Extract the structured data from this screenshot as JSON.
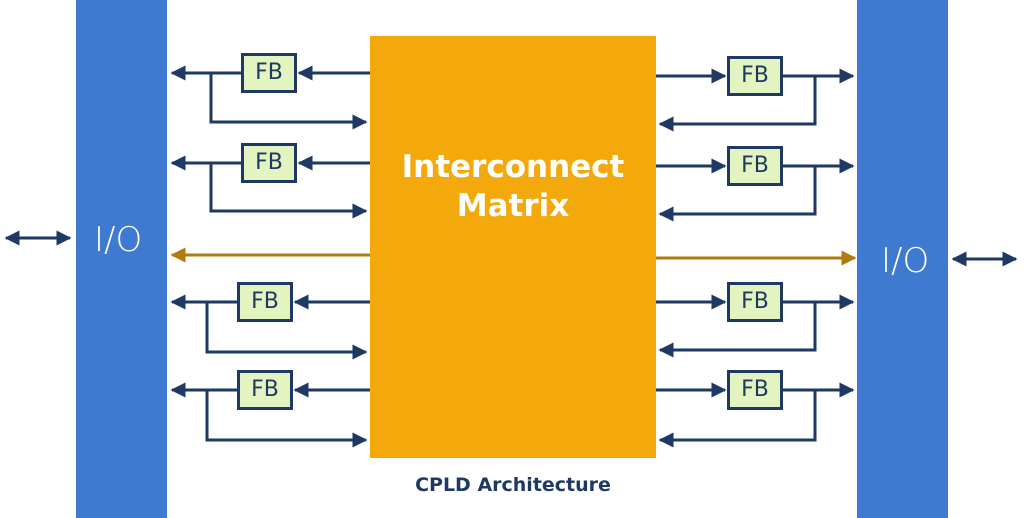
{
  "io_left_label": "I/O",
  "io_right_label": "I/O",
  "matrix_line1": "Interconnect",
  "matrix_line2": "Matrix",
  "caption": "CPLD Architecture",
  "fb_label": "FB",
  "colors": {
    "io": "#3f7ad1",
    "matrix": "#f3a80c",
    "fb_fill": "#e4f4c0",
    "line": "#1e3a64",
    "bus": "#b07a10"
  }
}
